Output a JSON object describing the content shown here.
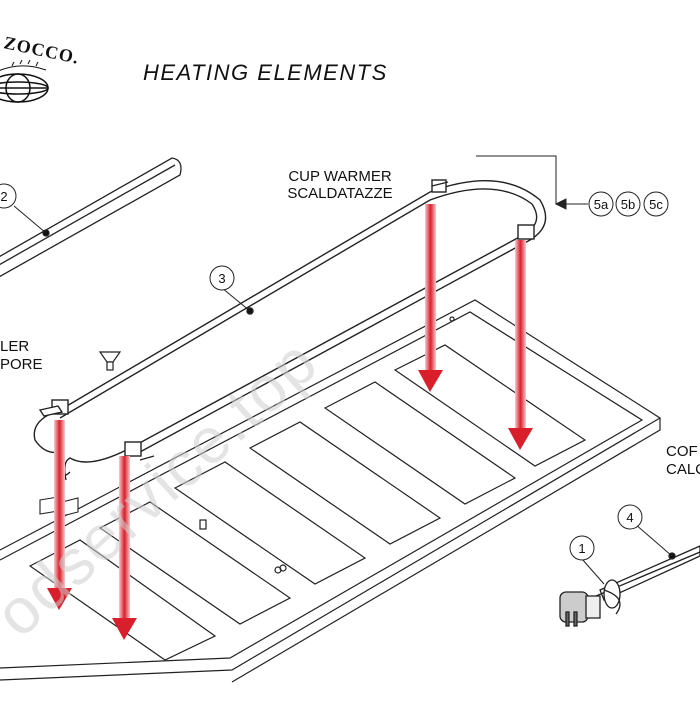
{
  "brand": {
    "logo_text": "ZOCCO."
  },
  "header": {
    "title": "HEATING ELEMENTS"
  },
  "labels": {
    "cup_warmer_en": "CUP WARMER",
    "cup_warmer_it": "SCALDATAZZE",
    "left_line1": "LER",
    "left_line2": "PORE",
    "right_line1": "COF",
    "right_line2": "CALC"
  },
  "callouts": {
    "c1": "1",
    "c2": "2",
    "c3": "3",
    "c4": "4",
    "c5a": "5a",
    "c5b": "5b",
    "c5c": "5c"
  },
  "watermark": "odservice.top",
  "colors": {
    "arrow": "#d91f2b",
    "line": "#222222"
  }
}
